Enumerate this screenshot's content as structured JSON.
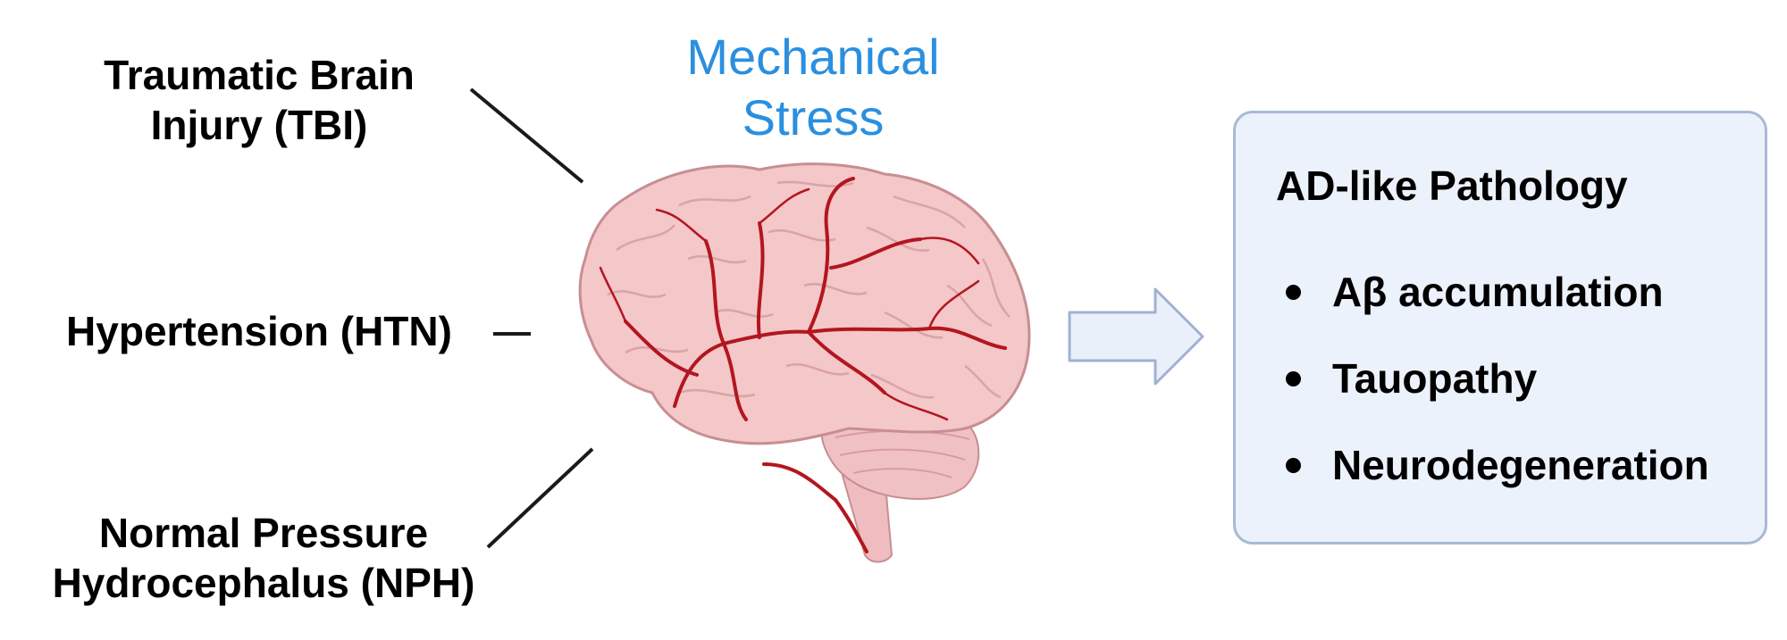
{
  "causes": {
    "tbi": {
      "line1": "Traumatic Brain",
      "line2": "Injury (TBI)"
    },
    "htn": {
      "line1": "Hypertension (HTN)"
    },
    "nph": {
      "line1": "Normal Pressure",
      "line2": "Hydrocephalus (NPH)"
    }
  },
  "stress": {
    "line1": "Mechanical",
    "line2": "Stress"
  },
  "outcome": {
    "title": "AD-like Pathology",
    "items": [
      "Aβ accumulation",
      "Tauopathy",
      "Neurodegeneration"
    ]
  },
  "colors": {
    "stress_text": "#2a8fe0",
    "brain_fill": "#f4c7c9",
    "vessel": "#b3161f",
    "arrow_fill": "#e9f0fa",
    "arrow_stroke": "#9fb1d3",
    "box_fill": "#ecf2fb",
    "box_stroke": "#a9b9d5"
  },
  "icons": [
    "brain-illustration",
    "right-arrow-icon",
    "bullet-icon"
  ]
}
